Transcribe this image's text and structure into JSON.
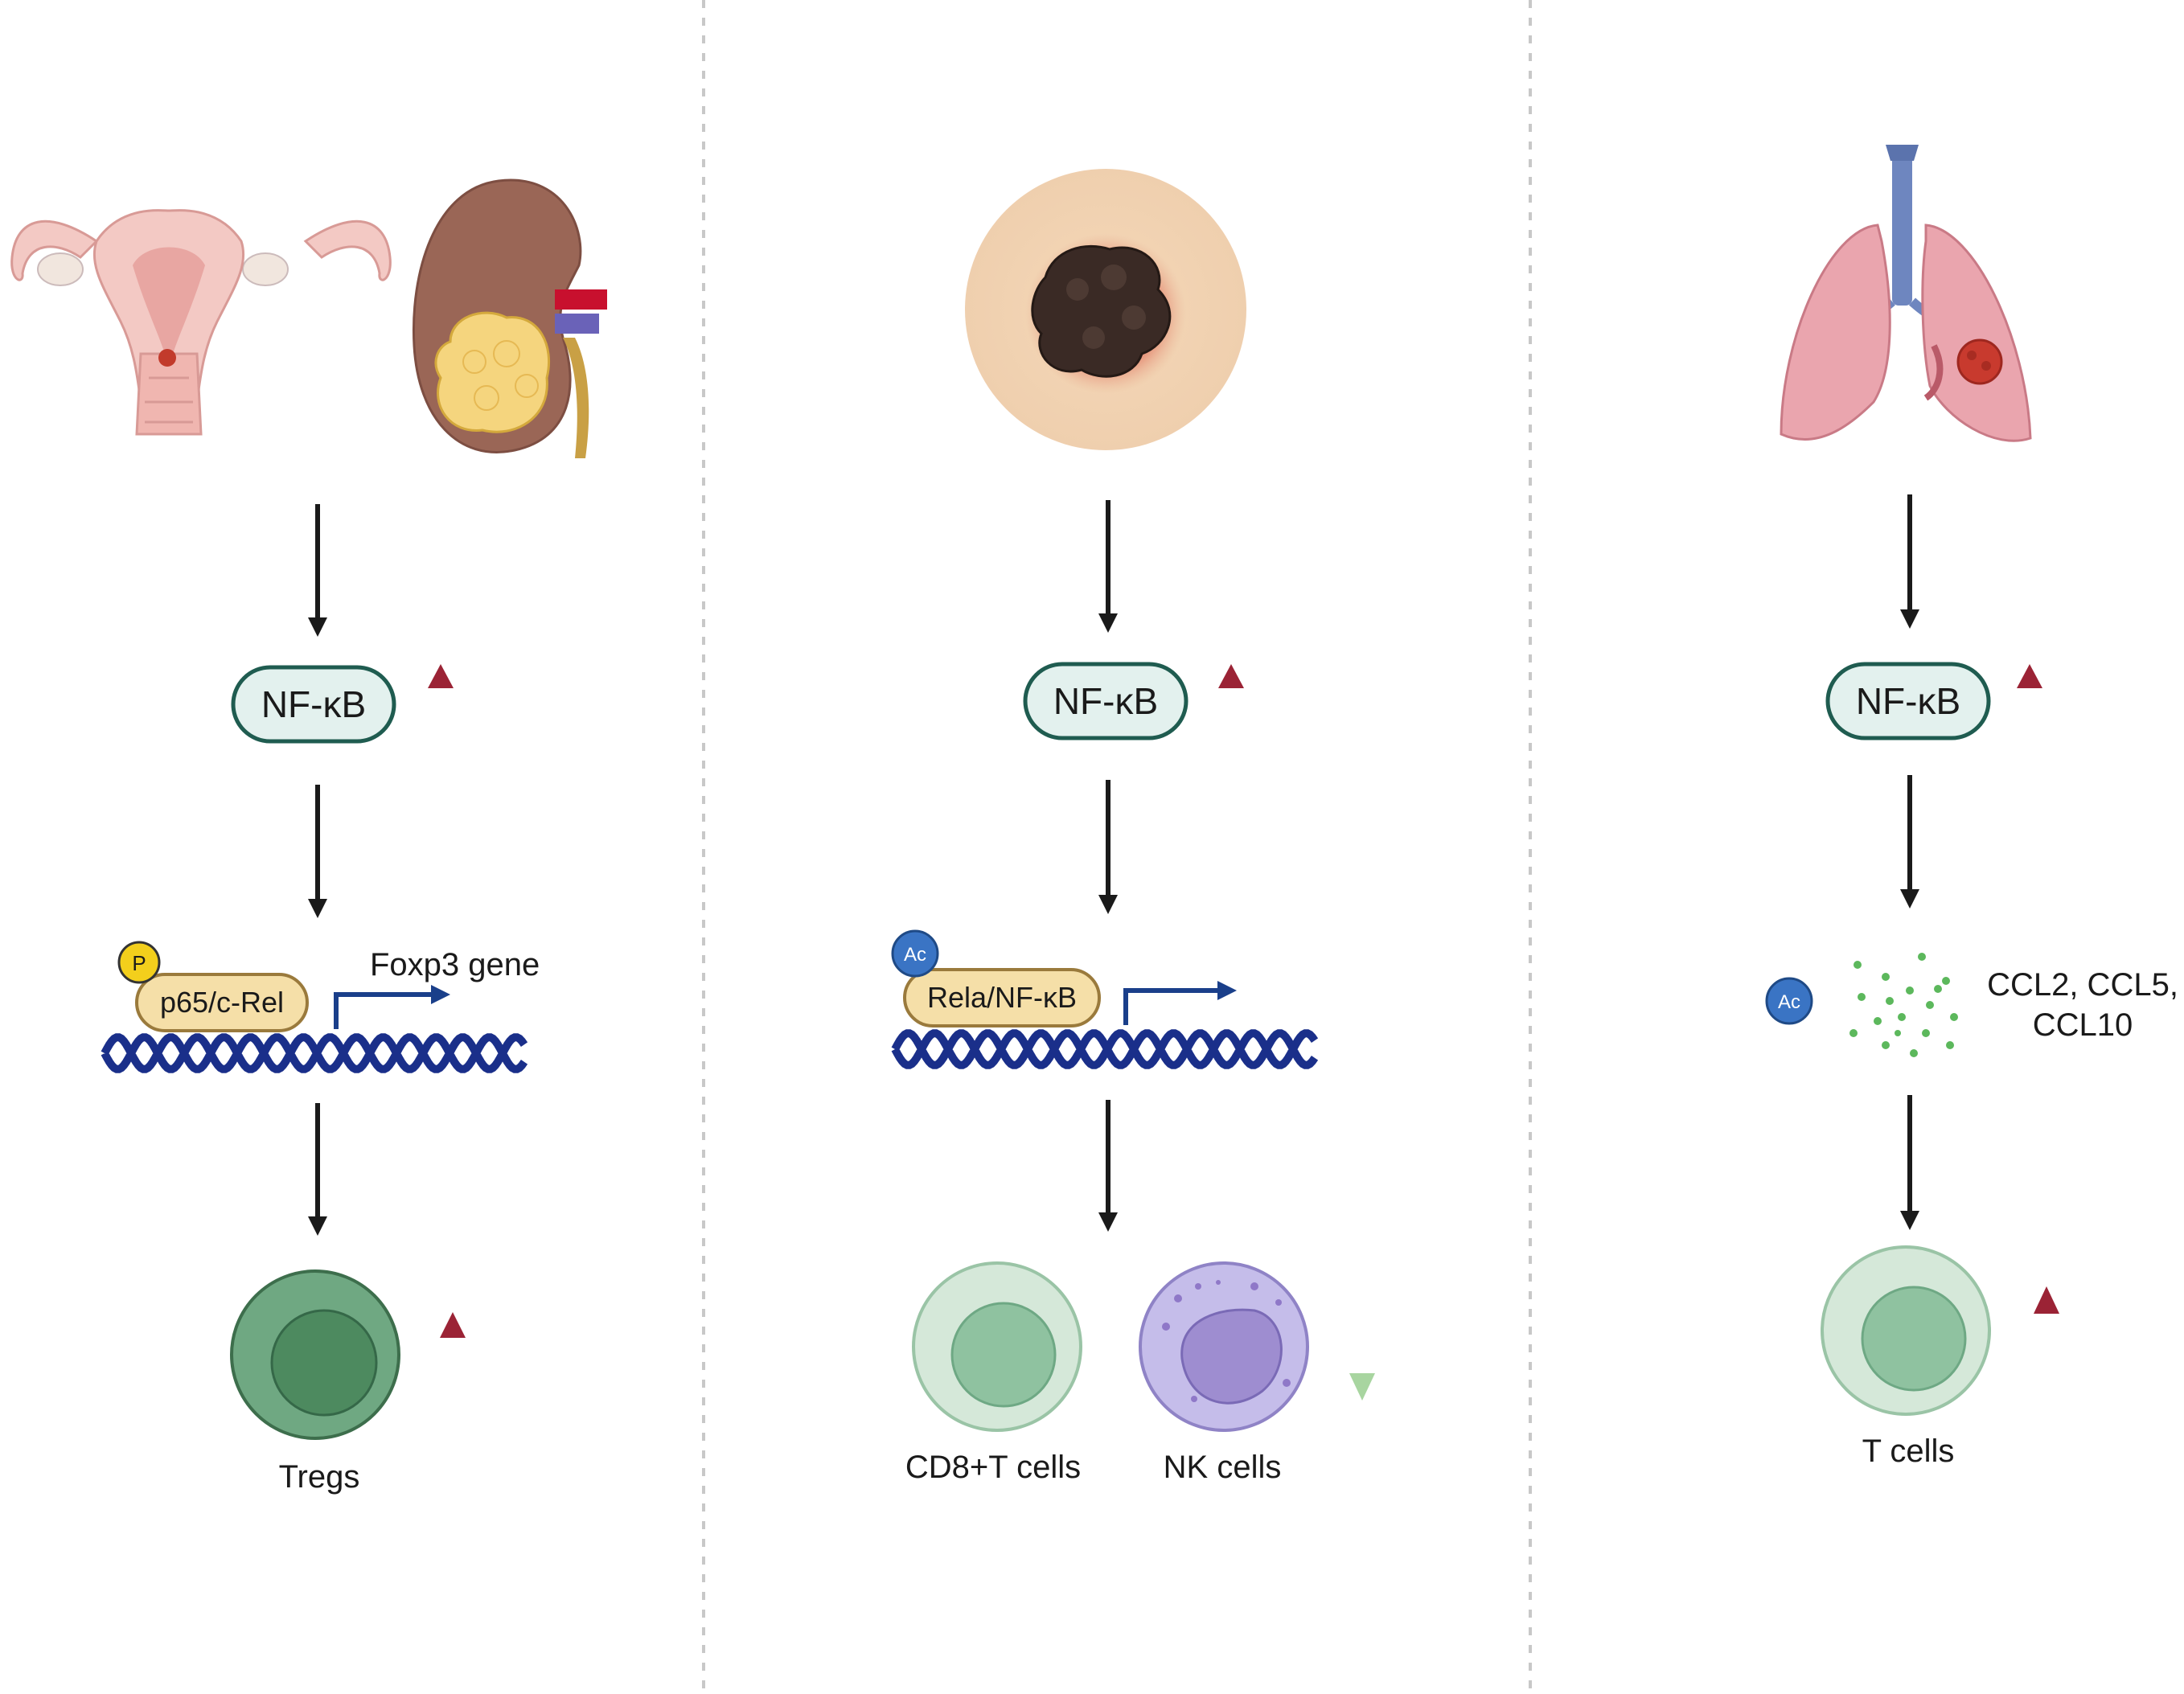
{
  "panels": {
    "left": {
      "nfkb_label": "NF-κB",
      "phospho_badge": "P",
      "factor_label": "p65/c-Rel",
      "gene_label": "Foxp3 gene",
      "cell_label": "Tregs"
    },
    "middle": {
      "nfkb_label": "NF-κB",
      "acetyl_badge": "Ac",
      "factor_label": "Rela/NF-κB",
      "cell_label_1": "CD8+T cells",
      "cell_label_2": "NK cells"
    },
    "right": {
      "nfkb_label": "NF-κB",
      "acetyl_badge": "Ac",
      "chemokine_line_1": "CCL2, CCL5,",
      "chemokine_line_2": "CCL10",
      "cell_label": "T cells"
    }
  },
  "colors": {
    "arrow": "#1a1a1a",
    "up_arrow": "#9b2335",
    "down_arrow": "#a8d5a0",
    "nfkb_fill": "#e3f1ee",
    "nfkb_stroke": "#1f5c50",
    "factor_fill": "#f5dfa8",
    "factor_stroke": "#9a7a3c",
    "dna": "#1a2f8a",
    "treg_outer": "#6fa882",
    "treg_inner": "#4d8a5f",
    "tcell_outer": "#d5e8d9",
    "tcell_inner": "#8fc2a0",
    "nk_outer": "#c5bdea",
    "nk_inner": "#9e8dd0",
    "ac_badge": "#3a74c4",
    "p_badge": "#f3cf1c",
    "chemokine_dots": "#5cb85c",
    "divider": "#c8c8c8"
  },
  "icons": [
    "uterus-icon",
    "kidney-tumor-icon",
    "skin-melanoma-icon",
    "lung-tumor-icon",
    "transcription-start-arrow-icon",
    "dna-helix-icon",
    "treg-cell-icon",
    "cd8-t-cell-icon",
    "nk-cell-icon",
    "t-cell-icon",
    "chemokine-dots-icon"
  ]
}
